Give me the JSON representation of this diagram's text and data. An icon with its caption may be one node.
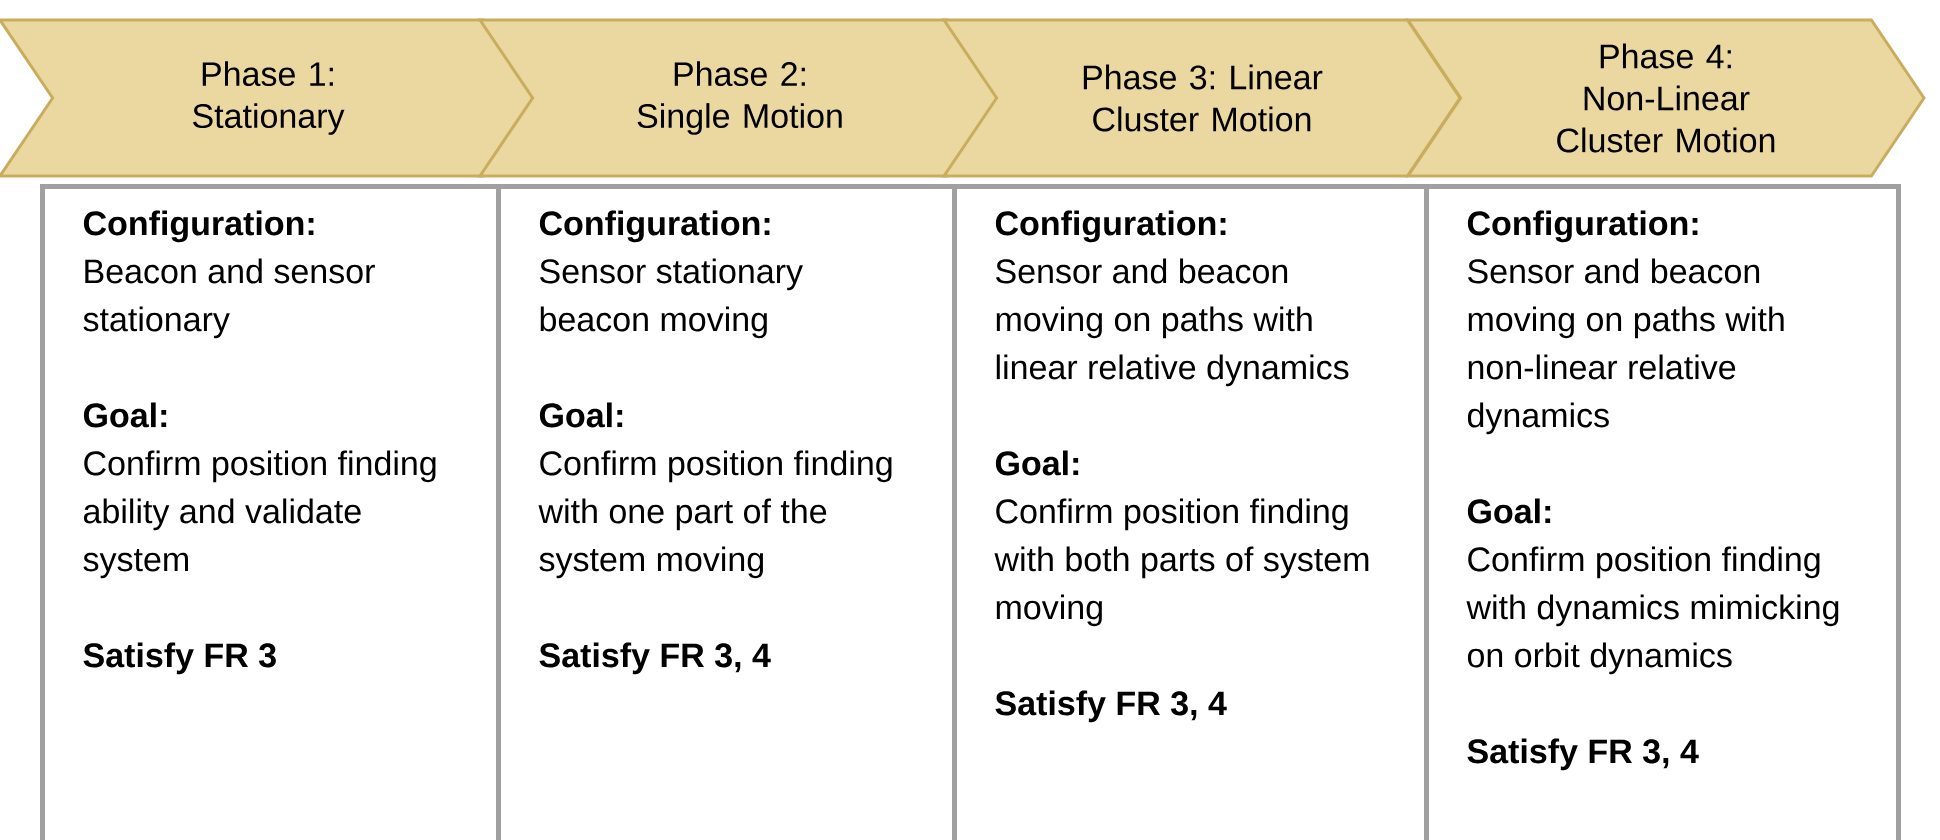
{
  "diagram": {
    "nodes": [
      {
        "text": [
          "Phase 1: Stationary"
        ]
      },
      {
        "text": [
          "Phase 2: Single Motion"
        ]
      },
      {
        "text": [
          "Phase 3: Linear Cluster Motion"
        ]
      },
      {
        "text": [
          "Phase 4: Non-Linear Cluster Motion"
        ]
      },
      {
        "text": [
          "Configuration:",
          "Beacon and sensor stationary",
          "Goal:",
          "Confirm position finding ability and validate system",
          "Satisfy FR 3"
        ]
      },
      {
        "text": [
          "Configuration:",
          "Sensor stationary beacon moving",
          "Goal:",
          "Confirm position finding with one part of the system moving",
          "Satisfy FR 3, 4"
        ]
      },
      {
        "text": [
          "Configuration:",
          "Sensor and beacon moving on paths with linear relative dynamics",
          "Goal:",
          "Confirm position finding with both parts of system moving",
          "Satisfy FR 3, 4"
        ]
      },
      {
        "text": [
          "Configuration:",
          "Sensor and beacon moving on paths with non-linear relative dynamics",
          "Goal:",
          "Confirm position finding with dynamics mimicking on orbit dynamics",
          "Satisfy FR 3, 4"
        ]
      }
    ]
  }
}
